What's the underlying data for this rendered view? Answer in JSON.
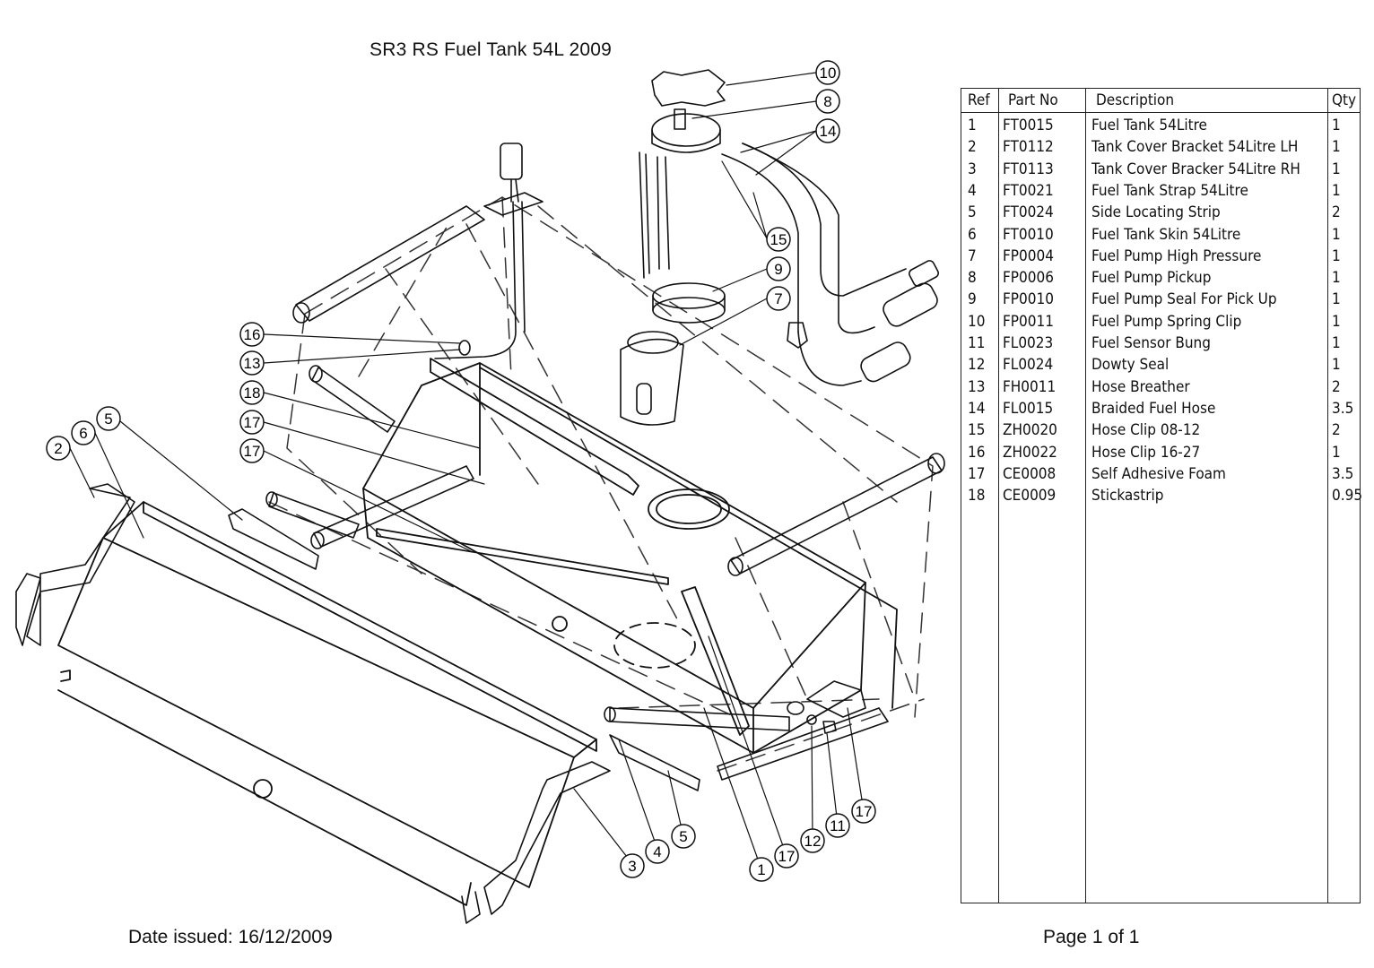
{
  "title": "SR3 RS Fuel Tank 54L 2009",
  "date_issued": "Date issued: 16/12/2009",
  "page": "Page 1 of 1",
  "table": {
    "headers": {
      "ref": "Ref",
      "part_no": "Part No",
      "description": "Description",
      "qty": "Qty"
    },
    "rows": [
      {
        "ref": "1",
        "part_no": "FT0015",
        "description": "Fuel Tank 54Litre",
        "qty": "1"
      },
      {
        "ref": "2",
        "part_no": "FT0112",
        "description": "Tank Cover Bracket 54Litre LH",
        "qty": "1"
      },
      {
        "ref": "3",
        "part_no": "FT0113",
        "description": "Tank Cover Bracker 54Litre RH",
        "qty": "1"
      },
      {
        "ref": "4",
        "part_no": "FT0021",
        "description": "Fuel Tank Strap 54Litre",
        "qty": "1"
      },
      {
        "ref": "5",
        "part_no": "FT0024",
        "description": "Side Locating Strip",
        "qty": "2"
      },
      {
        "ref": "6",
        "part_no": "FT0010",
        "description": "Fuel Tank Skin 54Litre",
        "qty": "1"
      },
      {
        "ref": "7",
        "part_no": "FP0004",
        "description": "Fuel Pump High Pressure",
        "qty": "1"
      },
      {
        "ref": "8",
        "part_no": "FP0006",
        "description": "Fuel Pump Pickup",
        "qty": "1"
      },
      {
        "ref": "9",
        "part_no": "FP0010",
        "description": "Fuel Pump Seal For Pick Up",
        "qty": "1"
      },
      {
        "ref": "10",
        "part_no": "FP0011",
        "description": "Fuel Pump Spring Clip",
        "qty": "1"
      },
      {
        "ref": "11",
        "part_no": "FL0023",
        "description": "Fuel Sensor Bung",
        "qty": "1"
      },
      {
        "ref": "12",
        "part_no": "FL0024",
        "description": "Dowty Seal",
        "qty": "1"
      },
      {
        "ref": "13",
        "part_no": "FH0011",
        "description": "Hose Breather",
        "qty": "2"
      },
      {
        "ref": "14",
        "part_no": "FL0015",
        "description": "Braided Fuel Hose",
        "qty": "3.5"
      },
      {
        "ref": "15",
        "part_no": "ZH0020",
        "description": "Hose Clip 08-12",
        "qty": "2"
      },
      {
        "ref": "16",
        "part_no": "ZH0022",
        "description": "Hose Clip 16-27",
        "qty": "1"
      },
      {
        "ref": "17",
        "part_no": "CE0008",
        "description": "Self Adhesive Foam",
        "qty": "3.5"
      },
      {
        "ref": "18",
        "part_no": "CE0009",
        "description": "Stickastrip",
        "qty": "0.95"
      }
    ]
  },
  "callouts": [
    "10",
    "8",
    "14",
    "15",
    "9",
    "7",
    "16",
    "13",
    "18",
    "17",
    "17",
    "5",
    "6",
    "2",
    "3",
    "4",
    "5",
    "1",
    "17",
    "12",
    "11",
    "17"
  ]
}
